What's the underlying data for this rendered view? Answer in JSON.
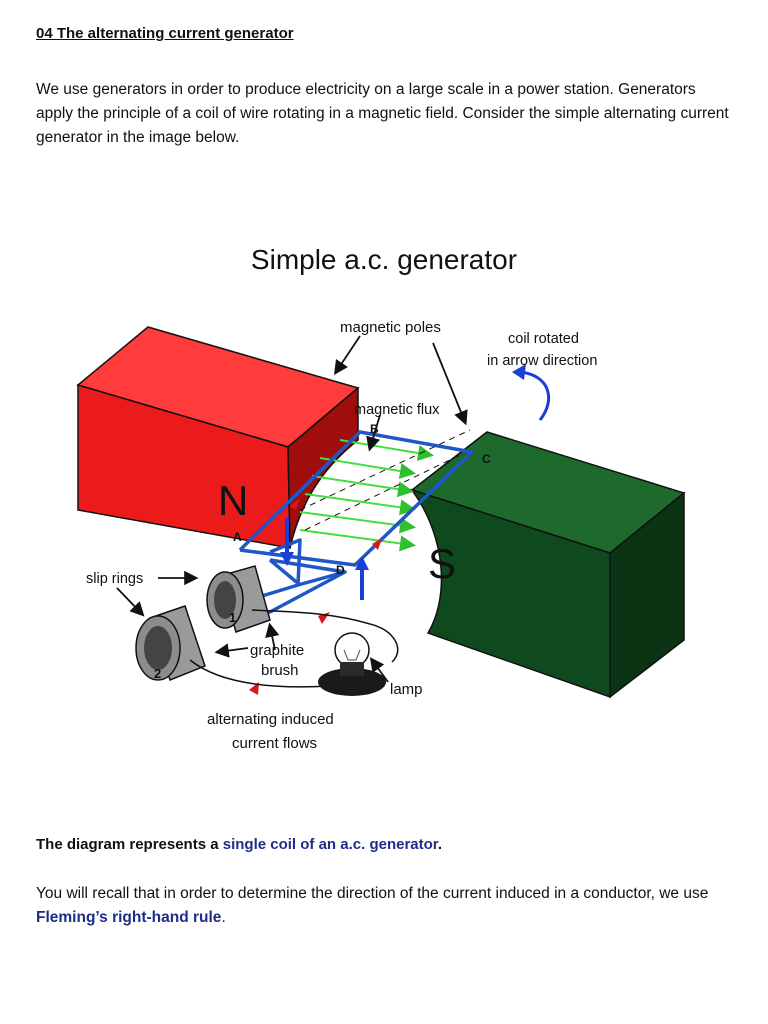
{
  "heading": "04 The alternating current generator",
  "intro": "We use generators in order to produce electricity on a large scale in a power station. Generators apply the principle of a coil of wire rotating in a magnetic field. Consider the simple alternating current generator in the image below.",
  "figure": {
    "title": "Simple a.c. generator",
    "labels": {
      "magnetic_poles": "magnetic poles",
      "coil_rotated_1": "coil rotated",
      "coil_rotated_2": "in arrow direction",
      "magnetic_flux": "magnetic flux",
      "slip_rings": "slip rings",
      "graphite": "graphite",
      "brush": "brush",
      "lamp": "lamp",
      "alternating_1": "alternating induced",
      "alternating_2": "current flows"
    },
    "pole_letters": {
      "north": "N",
      "south": "S"
    },
    "coil_letters": {
      "a": "A",
      "b": "B",
      "c": "C",
      "d": "D"
    },
    "ring_numbers": {
      "ring1": "1",
      "ring2": "2"
    },
    "colors": {
      "north_pole": "#e21d1d",
      "south_pole": "#0f4a1e",
      "coil": "#1f57c9",
      "flux": "#3fe03f",
      "arrow_blue": "#1a3fd6",
      "arrow_red": "#d61818"
    }
  },
  "para1": {
    "prefix": "The diagram represents a ",
    "highlight": "single coil of an a.c. generator",
    "suffix": "."
  },
  "para2": {
    "prefix": "You will recall that in order to determine the direction of the current induced in a conductor, we use ",
    "highlight": "Fleming’s right-hand rule",
    "suffix": "."
  }
}
